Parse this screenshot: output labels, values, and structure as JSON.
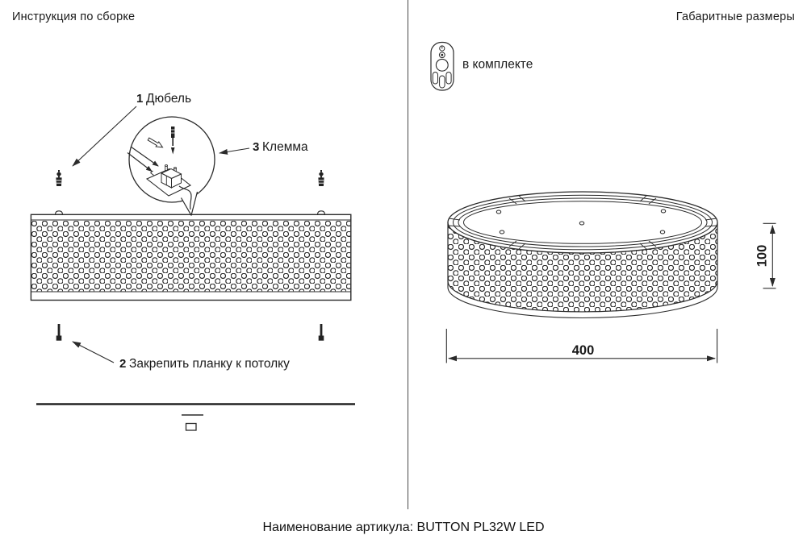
{
  "page": {
    "background": "#ffffff",
    "line_color": "#2b2b2b",
    "text_color": "#1a1a1a"
  },
  "left_section": {
    "title": "Инструкция по сборке",
    "callouts": {
      "c1": {
        "num": "1",
        "label": "Дюбель"
      },
      "c2": {
        "num": "2",
        "label": "Закрепить планку к потолку"
      },
      "c3": {
        "num": "3",
        "label": "Клемма"
      }
    },
    "icons": [
      "dowel-icon",
      "screw-icon",
      "terminal-magnifier"
    ]
  },
  "right_section": {
    "title": "Габаритные размеры",
    "remote_note": "в комплекте",
    "dimensions": {
      "width_mm": "400",
      "height_mm": "100"
    }
  },
  "footer": {
    "caption": "Наименование артикула: BUTTON PL32W LED"
  }
}
